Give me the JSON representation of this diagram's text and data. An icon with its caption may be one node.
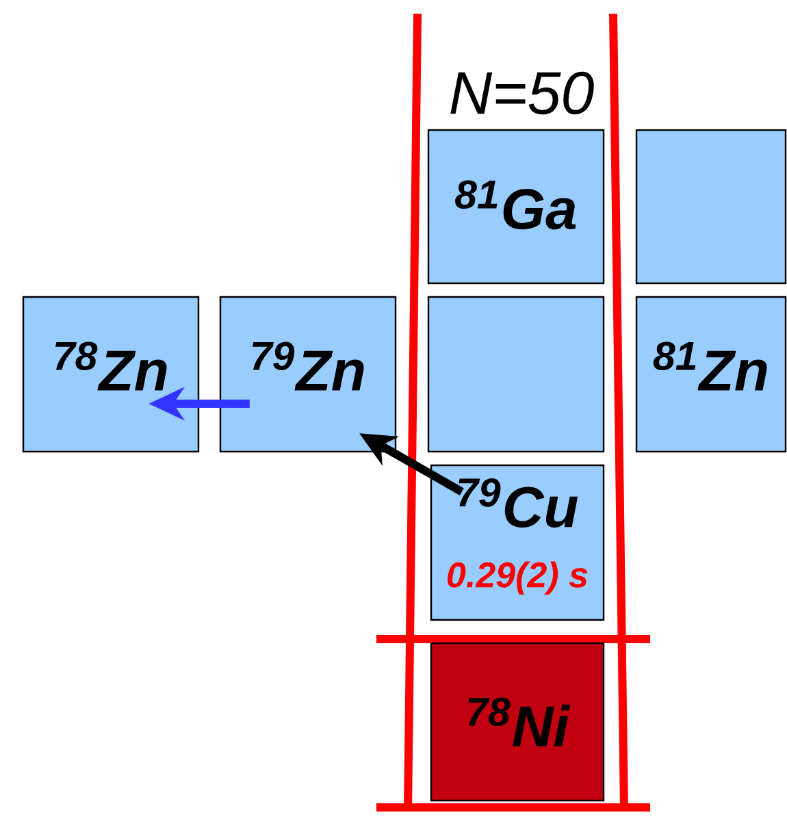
{
  "diagram": {
    "nodes": [
      {
        "text": [
          "$^{81}$Ga"
        ]
      },
      {
        "text": [],
        "shape": "box"
      },
      {
        "text": [
          "$^{78}$Zn"
        ]
      },
      {
        "text": [
          "$^{79}$Zn"
        ]
      },
      {
        "text": [],
        "shape": "box"
      },
      {
        "text": [
          "$^{81}$Zn"
        ]
      },
      {
        "text": [
          "$^{79}$Cu",
          "0.29(2) s"
        ]
      },
      {
        "text": [
          "$^{78}$Ni"
        ]
      }
    ],
    "edges": [
      {
        "from": 6,
        "to": 3,
        "arrow": "to",
        "color": "#000000"
      },
      {
        "from": 3,
        "to": 2,
        "arrow": "to",
        "color": "#3333ff"
      }
    ],
    "labels": [
      "N=50"
    ]
  }
}
